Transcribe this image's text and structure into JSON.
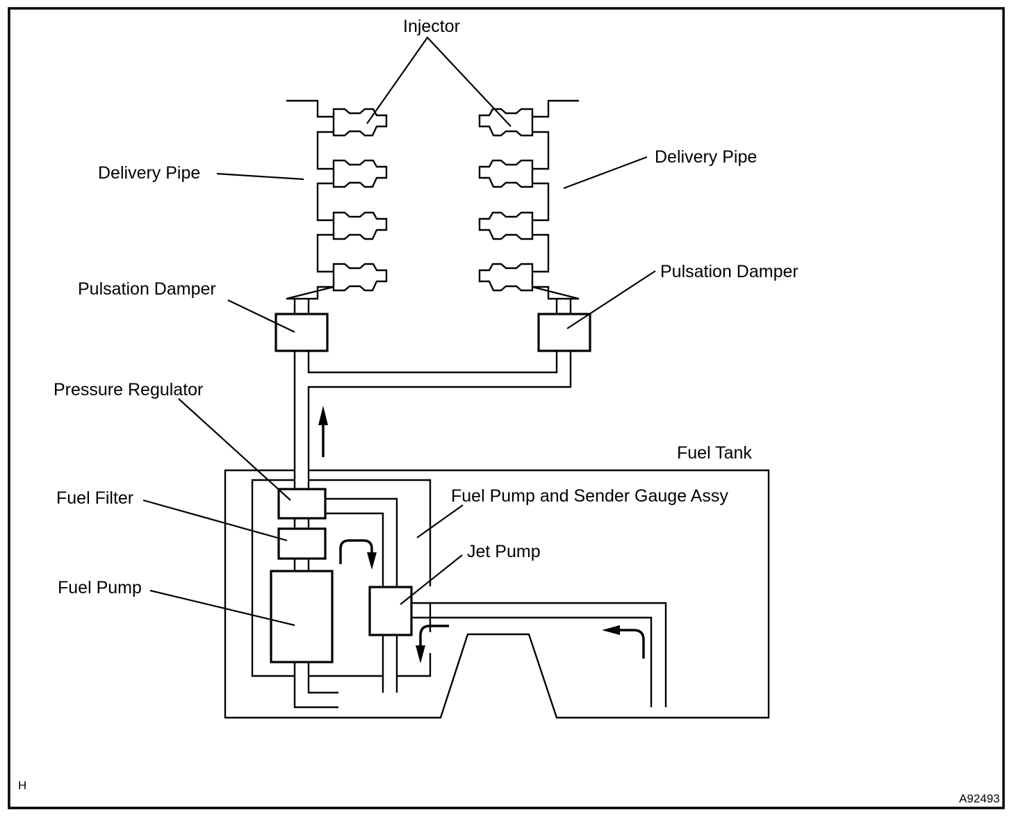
{
  "diagram": {
    "title": "Fuel system schematic",
    "labels": {
      "injector": "Injector",
      "delivery_pipe_left": "Delivery Pipe",
      "delivery_pipe_right": "Delivery Pipe",
      "pulsation_damper_left": "Pulsation Damper",
      "pulsation_damper_right": "Pulsation Damper",
      "pressure_regulator": "Pressure Regulator",
      "fuel_tank": "Fuel Tank",
      "fuel_pump_sender_assy": "Fuel Pump and Sender Gauge Assy",
      "fuel_filter": "Fuel Filter",
      "jet_pump": "Jet Pump",
      "fuel_pump": "Fuel Pump"
    },
    "corner_marker": "H",
    "figure_id": "A92493",
    "injectors_per_bank": 4,
    "banks": 2
  }
}
